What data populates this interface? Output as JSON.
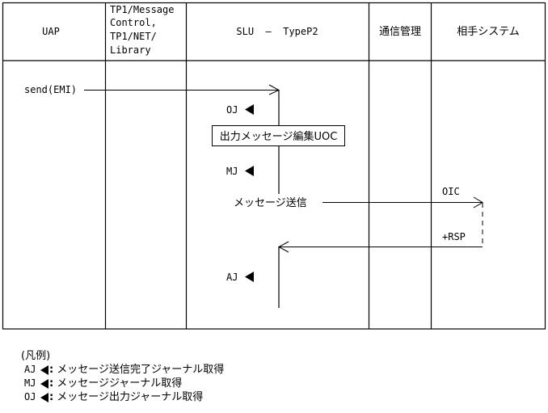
{
  "header": {
    "columns": [
      {
        "id": "uap",
        "label_lines": [
          "UAP"
        ]
      },
      {
        "id": "tp1",
        "label_lines": [
          "TP1/Message",
          "Control,",
          "TP1/NET/",
          "Library"
        ]
      },
      {
        "id": "slu",
        "label_lines": [
          "SLU  ―  TypeP2"
        ]
      },
      {
        "id": "comm",
        "label_lines": [
          "通信管理"
        ]
      },
      {
        "id": "partner",
        "label_lines": [
          "相手システム"
        ]
      }
    ]
  },
  "flow": {
    "send_label": "send(EMI)",
    "uoc_box_label": "出力メッセージ編集UOC",
    "send_message_label": "メッセージ送信",
    "oic_label": "OIC",
    "rsp_label": "+RSP",
    "journal_markers": [
      {
        "code": "OJ"
      },
      {
        "code": "MJ"
      },
      {
        "code": "AJ"
      }
    ]
  },
  "legend": {
    "title": "(凡例)",
    "items": [
      {
        "code": "AJ",
        "description": "メッセージ送信完了ジャーナル取得"
      },
      {
        "code": "MJ",
        "description": "メッセージジャーナル取得"
      },
      {
        "code": "OJ",
        "description": "メッセージ出力ジャーナル取得"
      }
    ]
  },
  "colors": {
    "line": "#000000",
    "background": "#ffffff"
  }
}
